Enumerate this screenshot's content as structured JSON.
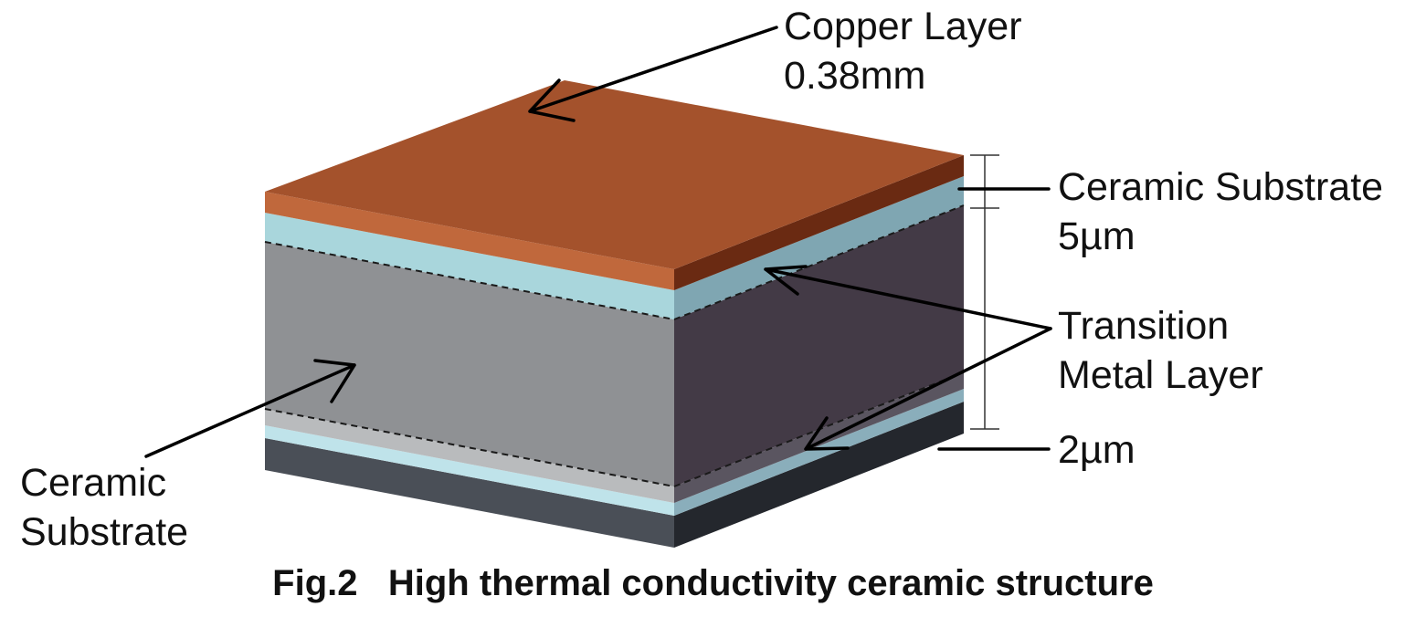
{
  "labels": {
    "copper_layer": {
      "line1": "Copper Layer",
      "line2": "0.38mm"
    },
    "ceramic_substrate_right": {
      "line1": "Ceramic Substrate",
      "line2": "5µm"
    },
    "transition_metal_layer": {
      "line1": "Transition",
      "line2": "Metal Layer"
    },
    "thickness_2um": "2µm",
    "ceramic_substrate_left": {
      "line1": "Ceramic",
      "line2": "Substrate"
    }
  },
  "caption": "Fig.2   High thermal conductivity ceramic structure",
  "colors": {
    "copper_top": "#a4522c",
    "copper_front": "#c0683c",
    "copper_side": "#6a2a12",
    "transition_front": "#a9d6dc",
    "transition_side": "#7fa6b2",
    "ceramic_front": "#8f9194",
    "ceramic_side": "#433a46",
    "bottom_front": "#4a4f57",
    "bottom_side": "#24272d"
  }
}
